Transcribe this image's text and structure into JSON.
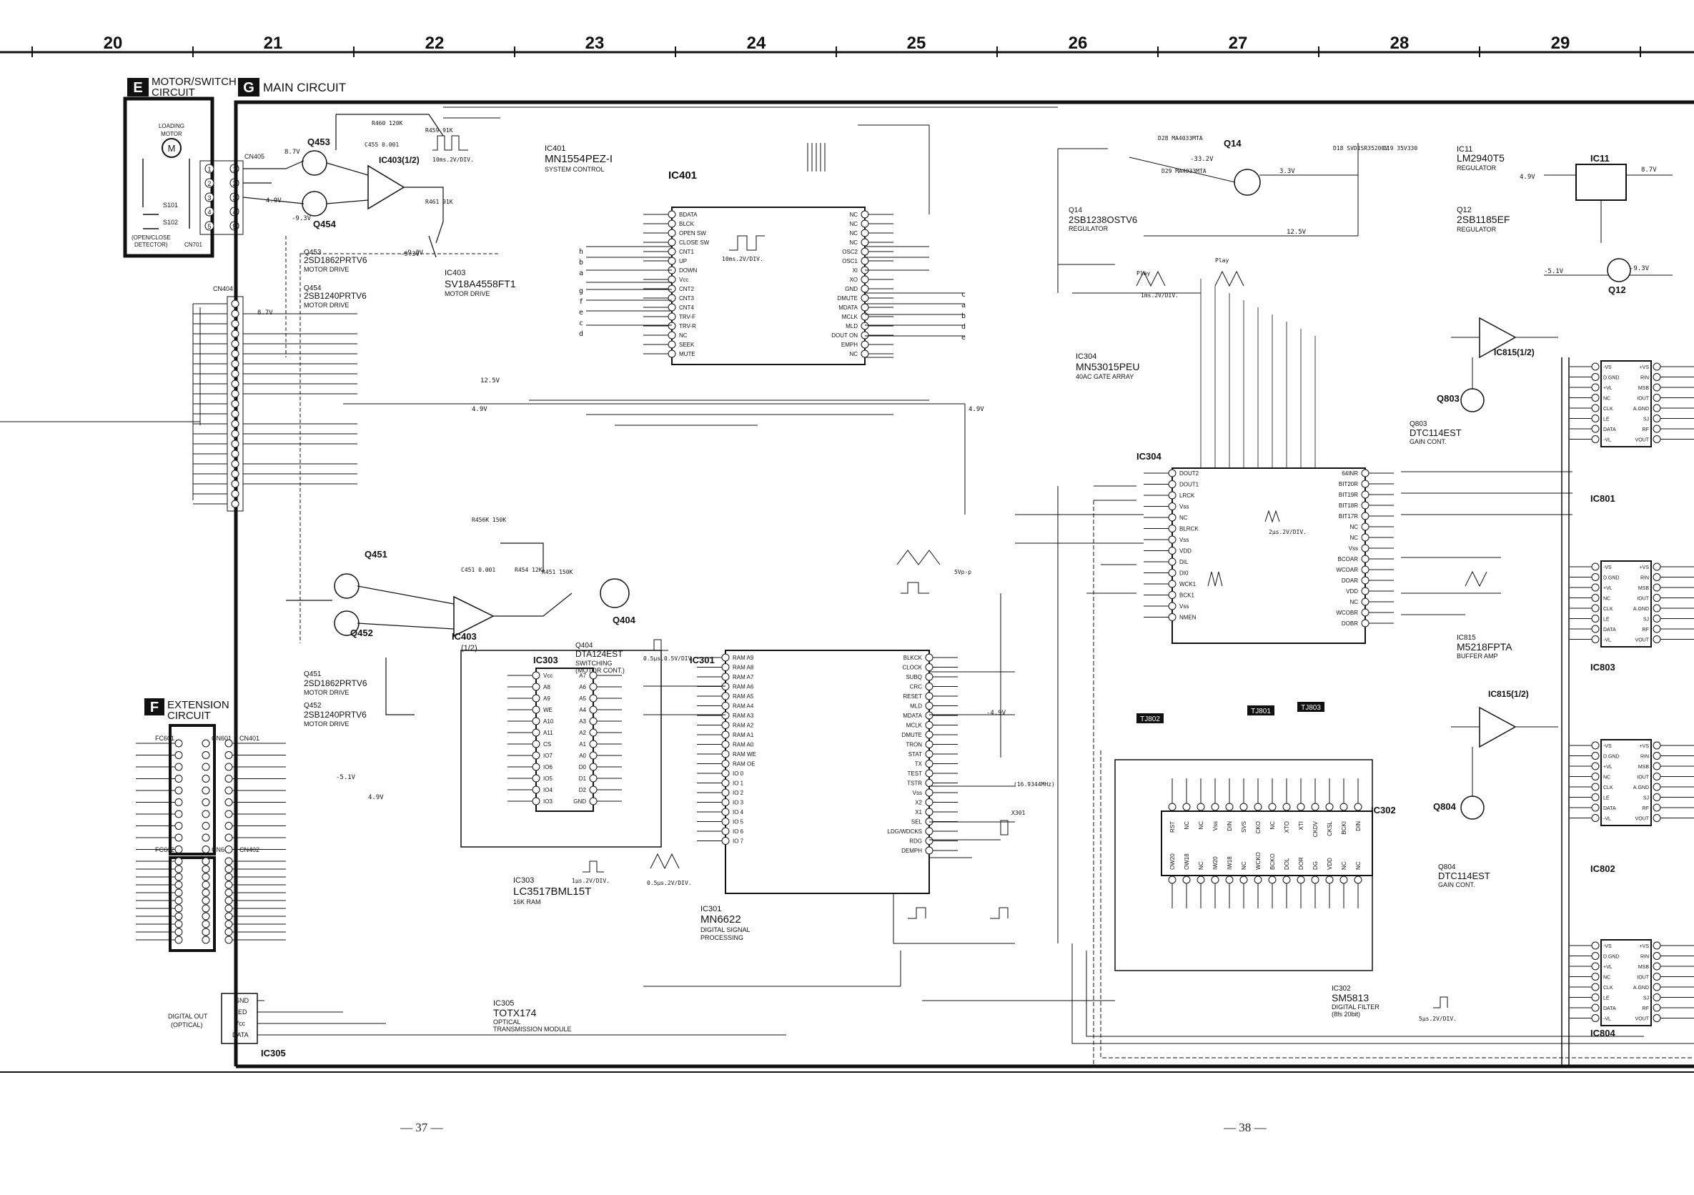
{
  "grid_columns": [
    "20",
    "21",
    "22",
    "23",
    "24",
    "25",
    "26",
    "27",
    "28",
    "29"
  ],
  "sections": {
    "E": {
      "letter": "E",
      "title_line1": "MOTOR/SWITCH",
      "title_line2": "CIRCUIT"
    },
    "G": {
      "letter": "G",
      "title": "MAIN CIRCUIT"
    },
    "F": {
      "letter": "F",
      "title_line1": "EXTENSION",
      "title_line2": "CIRCUIT"
    }
  },
  "motor_switch": {
    "motor_label_1": "LOADING",
    "motor_label_2": "MOTOR",
    "s101": "S101",
    "s102": "S102",
    "detector_1": "(OPEN/CLOSE",
    "detector_2": "DETECTOR)",
    "connector": "CN701",
    "cn405": "CN405",
    "cn404": "CN404"
  },
  "components": {
    "q453": {
      "ref": "Q453",
      "part": "2SD1862PRTV6",
      "role": "MOTOR DRIVE"
    },
    "q454": {
      "ref": "Q454",
      "part": "2SB1240PRTV6",
      "role": "MOTOR DRIVE"
    },
    "ic403": {
      "ref": "IC403",
      "part": "SV18A4558FT1",
      "role": "MOTOR DRIVE",
      "half": "IC403(1/2)"
    },
    "ic401": {
      "ref": "IC401",
      "part": "MN1554PEZ-I",
      "role": "SYSTEM CONTROL"
    },
    "q451": {
      "ref": "Q451",
      "part": "2SD1862PRTV6",
      "role": "MOTOR DRIVE"
    },
    "q452": {
      "ref": "Q452",
      "part": "2SB1240PRTV6",
      "role": "MOTOR DRIVE"
    },
    "q404": {
      "ref": "Q404",
      "part": "DTA124EST",
      "role_1": "SWITCHING",
      "role_2": "(MOTOR CONT.)"
    },
    "ic303": {
      "ref": "IC303",
      "part": "LC3517BML15T",
      "role": "16K RAM"
    },
    "ic301": {
      "ref": "IC301",
      "part": "MN6622",
      "role_1": "DIGITAL SIGNAL",
      "role_2": "PROCESSING"
    },
    "ic305": {
      "ref": "IC305",
      "part": "TOTX174",
      "role_1": "OPTICAL",
      "role_2": "TRANSMISSION MODULE"
    },
    "ic304": {
      "ref": "IC304",
      "part": "MN53015PEU",
      "role": "40AC GATE ARRAY"
    },
    "q14": {
      "ref": "Q14",
      "part": "2SB1238OSTV6",
      "role": "REGULATOR"
    },
    "ic11": {
      "ref": "IC11",
      "part": "LM2940T5",
      "role": "REGULATOR"
    },
    "q12": {
      "ref": "Q12",
      "part": "2SB1185EF",
      "role": "REGULATOR"
    },
    "q803": {
      "ref": "Q803",
      "part": "DTC114EST",
      "role": "GAIN CONT."
    },
    "ic815": {
      "ref": "IC815",
      "part": "M5218FPTA",
      "role": "BUFFER AMP",
      "half": "IC815(1/2)"
    },
    "q804": {
      "ref": "Q804",
      "part": "DTC114EST",
      "role": "GAIN CONT."
    },
    "ic302": {
      "ref": "IC302",
      "part": "SM5813",
      "role_1": "DIGITAL FILTER",
      "role_2": "(8fs 20bit)"
    },
    "ic801": {
      "ref": "IC801"
    },
    "ic802": {
      "ref": "IC802"
    },
    "ic803": {
      "ref": "IC803"
    },
    "ic804": {
      "ref": "IC804"
    }
  },
  "ext_connectors": {
    "fc601": "FC601",
    "cn601": "CN601",
    "cn401": "CN401",
    "fc602": "FC602",
    "cn602": "CN602",
    "cn402": "CN402"
  },
  "digital_out": {
    "line1": "DIGITAL OUT",
    "line2": "(OPTICAL)",
    "pins": [
      "GND",
      "LED",
      "Vcc",
      "DATA"
    ]
  },
  "test_points": [
    "TJ802",
    "TJ801",
    "TJ803"
  ],
  "voltages": [
    "8.7V",
    "4.9V",
    "-9.3V",
    "12.5V",
    "-5.1V",
    "-4.9V",
    "3.3V"
  ],
  "ic401_left_pins": [
    "BDATA",
    "BLCK",
    "OPEN SW",
    "CLOSE SW",
    "CNT1",
    "UP",
    "DOWN",
    "Vcc",
    "CNT2",
    "CNT3",
    "CNT4",
    "TRV-F",
    "TRV-R",
    "NC",
    "SEEK",
    "MUTE"
  ],
  "ic401_right_pins": [
    "NC",
    "NC",
    "NC",
    "NC",
    "OSC2",
    "OSC1",
    "XI",
    "XO",
    "GND",
    "DMUTE",
    "MDATA",
    "MCLK",
    "MLD",
    "DOUT ON",
    "EMPH",
    "NC"
  ],
  "ic303_pins": [
    "Vcc",
    "A8",
    "A9",
    "WE",
    "A10",
    "A11",
    "CS",
    "IO7",
    "IO6",
    "IO5",
    "IO4",
    "IO3"
  ],
  "ic303_right_pins": [
    "A7",
    "A6",
    "A5",
    "A4",
    "A3",
    "A2",
    "A1",
    "A0",
    "D0",
    "D1",
    "D2",
    "GND"
  ],
  "ic301_left_pins": [
    "RAM A9",
    "RAM A8",
    "RAM A7",
    "RAM A6",
    "RAM A5",
    "RAM A4",
    "RAM A3",
    "RAM A2",
    "RAM A1",
    "RAM A0",
    "RAM WE",
    "RAM OE",
    "IO 0",
    "IO 1",
    "IO 2",
    "IO 3",
    "IO 4",
    "IO 5",
    "IO 6",
    "IO 7"
  ],
  "ic301_right_pins": [
    "BLKCK",
    "CLOCK",
    "SUBQ",
    "CRC",
    "RESET",
    "MLD",
    "MDATA",
    "MCLK",
    "DMUTE",
    "TRON",
    "STAT",
    "TX",
    "TEST",
    "TSTR",
    "Vss",
    "X2",
    "X1",
    "SEL",
    "LDG/WDCKS",
    "RDG",
    "DEMPH"
  ],
  "ic304_left_pins": [
    "DOUT2",
    "DOUT1",
    "LRCK",
    "Vss",
    "NC",
    "BLRCK",
    "Vss",
    "VDD",
    "DIL",
    "DI0",
    "WCK1",
    "BCK1",
    "Vss",
    "NMEN"
  ],
  "ic304_right_pins": [
    "64INR",
    "BIT20R",
    "BIT19R",
    "BIT18R",
    "BIT17R",
    "NC",
    "NC",
    "Vss",
    "BCOAR",
    "WCOAR",
    "DOAR",
    "VDD",
    "NC",
    "WCOBR",
    "DOBR"
  ],
  "ic302_top_pins": [
    "RST",
    "NC",
    "NC",
    "Vss",
    "DIN",
    "SVS",
    "CKO",
    "NC",
    "XTO",
    "XTI",
    "CKDV",
    "CKSL",
    "BCKI",
    "DIN"
  ],
  "ic302_bottom_pins": [
    "OW20",
    "OW18",
    "NC",
    "IW20",
    "IW18",
    "NC",
    "WCKO",
    "BCKO",
    "DOL",
    "DOR",
    "DG",
    "VDD",
    "NC",
    "NC"
  ],
  "ic80x_pins_left": [
    "-VS",
    "D.GND",
    "+VL",
    "NC",
    "CLK",
    "LE",
    "DATA",
    "-VL"
  ],
  "ic80x_pins_right": [
    "+VS",
    "RIN",
    "MSB",
    "IOUT",
    "A.GND",
    "SJ",
    "RF",
    "VOUT"
  ],
  "scope_notes": [
    "10ms.2V/DIV.",
    "1ms.2V/DIV.",
    "2μs.2V/DIV.",
    "0.5μs.0.5V/DIV.",
    "1μs.2V/DIV.",
    "0.5μs.2V/DIV.",
    "5μs.2V/DIV.",
    "Play",
    "5Vp-p"
  ],
  "page_numbers": {
    "left": "— 37 —",
    "right": "— 38 —"
  }
}
